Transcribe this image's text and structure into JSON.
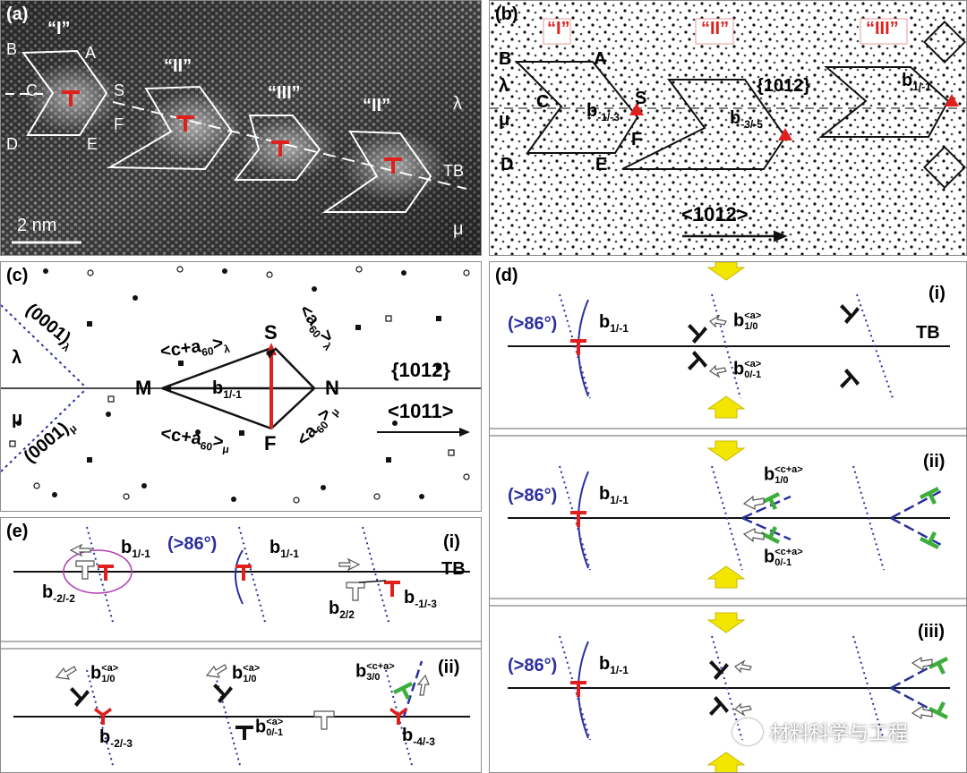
{
  "panel_a": {
    "label": "(a)",
    "regions": [
      "“I”",
      "“II”",
      "“III”",
      "“II”"
    ],
    "points": [
      "B",
      "A",
      "C",
      "S",
      "F",
      "D",
      "E"
    ],
    "phases": [
      "λ",
      "μ"
    ],
    "tb": "TB",
    "scale": "2 nm"
  },
  "panel_b": {
    "label": "(b)",
    "regions": [
      "“I”",
      "“II”",
      "“III”"
    ],
    "points": [
      "B",
      "A",
      "λ",
      "C",
      "S",
      "μ",
      "F",
      "D",
      "E"
    ],
    "plane": "{1012}",
    "direction": "<1012>",
    "burgers": [
      {
        "b": "b",
        "sub": "-1/-3"
      },
      {
        "b": "b",
        "sub": "-3/-5"
      },
      {
        "b": "b",
        "sub": "1/-1"
      }
    ]
  },
  "panel_c": {
    "label": "(c)",
    "points": [
      "M",
      "S",
      "N",
      "F"
    ],
    "plane_l": "(0001)",
    "plane_l_sub": "λ",
    "plane_m": "(0001)",
    "plane_m_sub": "μ",
    "phases": [
      "λ",
      "μ"
    ],
    "vec_ca_l": "<c+a",
    "vec_ca_l_sub": "60",
    "vec_ca_l_end": ">",
    "vec_ca_l_phase": "λ",
    "vec_ca_m": "<c+a",
    "vec_ca_m_sub": "60",
    "vec_ca_m_end": ">",
    "vec_ca_m_phase": "μ",
    "vec_a_l": "<a",
    "vec_a_l_sub": "60",
    "vec_a_l_end": ">",
    "vec_a_l_phase": "λ",
    "vec_a_m": "<a",
    "vec_a_m_sub": "60",
    "vec_a_m_end": ">",
    "vec_a_m_phase": "μ",
    "b": "b",
    "b_sub": "1/-1",
    "plane": "{1012}",
    "direction": "<1011>"
  },
  "panel_d": {
    "label": "(d)",
    "sub_i": "(i)",
    "sub_ii": "(ii)",
    "sub_iii": "(iii)",
    "angle": "(>86°)",
    "tb": "TB",
    "b": "b",
    "b11": "1/-1",
    "b10a_sup": "<a>",
    "b10a_sub": "1/0",
    "b01a_sup": "<a>",
    "b01a_sub": "0/-1",
    "b10ca_sup": "<c+a>",
    "b10ca_sub": "1/0",
    "b01ca_sup": "<c+a>",
    "b01ca_sub": "0/-1"
  },
  "panel_e": {
    "label": "(e)",
    "sub_i": "(i)",
    "sub_ii": "(ii)",
    "angle": "(>86°)",
    "tb": "TB",
    "b": "b",
    "s_11": "1/-1",
    "s_22": "-2/-2",
    "s_2p2": "2/2",
    "s_13": "-1/-3",
    "s_10": "1/0",
    "s_23": "-2/-3",
    "s_01": "0/-1",
    "s_30": "3/0",
    "s_43": "-4/-3",
    "sup_a": "<a>",
    "sup_ca": "<c+a>"
  },
  "watermark": "材料科学与工程",
  "colors": {
    "red": "#e0201c",
    "blue": "#2b2f9e",
    "green": "#3cae3a",
    "yellow": "#f2e600",
    "hrtem_bg": "#3a3a3a"
  }
}
